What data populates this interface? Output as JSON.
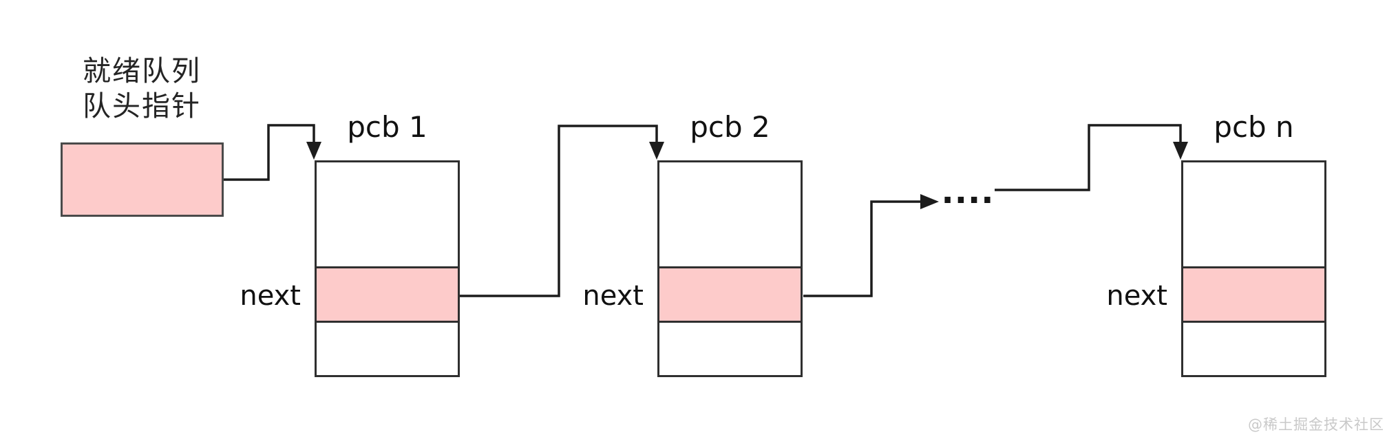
{
  "diagram": {
    "head_pointer": {
      "label_line1": "就绪队列",
      "label_line2": "队头指针"
    },
    "nodes": [
      {
        "label": "pcb 1",
        "next_label": "next"
      },
      {
        "label": "pcb 2",
        "next_label": "next"
      },
      {
        "label": "pcb n",
        "next_label": "next"
      }
    ],
    "ellipsis": "····",
    "watermark": "@稀土掘金技术社区",
    "colors": {
      "pink_fill": "#fdcbca",
      "line": "#1c1c1c",
      "box_border": "#2f2f2f",
      "watermark_gray": "#c9c9c9"
    }
  }
}
